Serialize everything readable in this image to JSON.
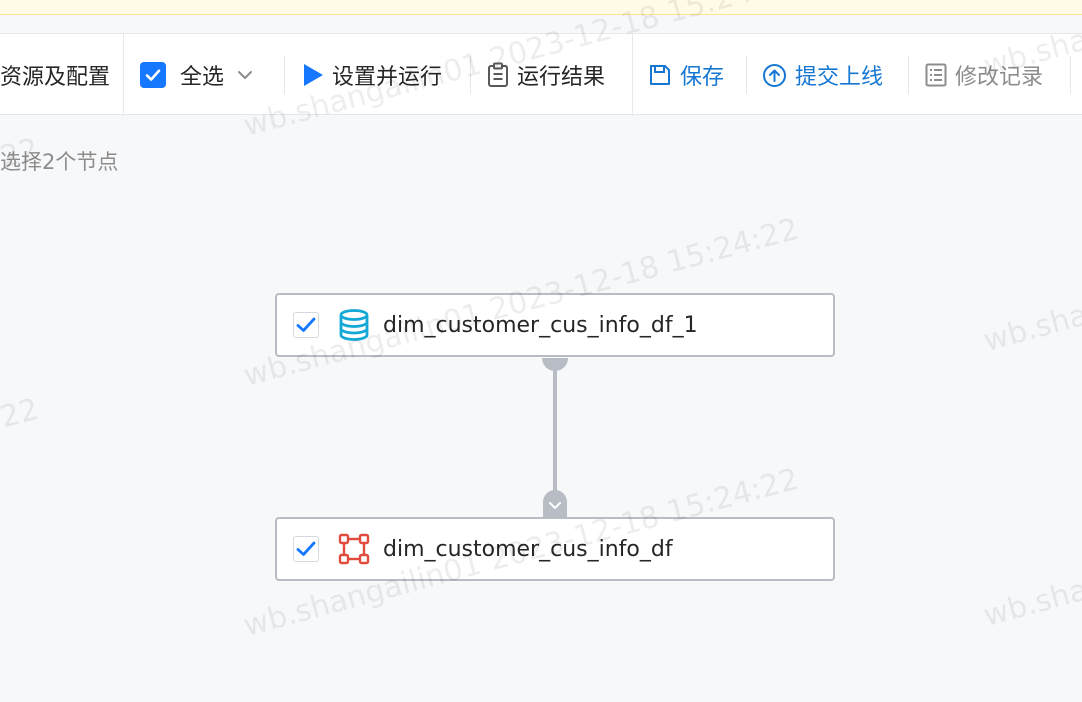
{
  "toolbar": {
    "resources_label": "资源及配置",
    "select_all_label": "全选",
    "run_label": "设置并运行",
    "result_label": "运行结果",
    "save_label": "保存",
    "submit_label": "提交上线",
    "history_label": "修改记录"
  },
  "canvas": {
    "selection_info": "选择2个节点",
    "nodes": [
      {
        "label": "dim_customer_cus_info_df_1",
        "type": "database",
        "checked": true
      },
      {
        "label": "dim_customer_cus_info_df",
        "type": "transform",
        "checked": true
      }
    ]
  },
  "watermark": {
    "text": "wb.shangailin01 2023-12-18 15:24:22"
  },
  "colors": {
    "primary": "#1677d2",
    "checkbox": "#1677ff",
    "db_icon": "#13a8d6",
    "transform_icon": "#e04b3e",
    "edge": "#b8bcc4",
    "banner": "#fffbe6"
  }
}
